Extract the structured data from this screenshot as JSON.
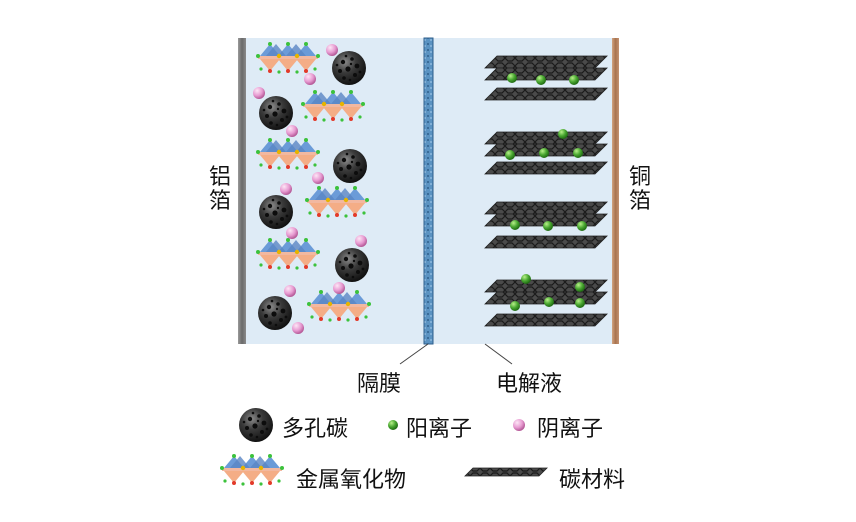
{
  "diagram": {
    "labels": {
      "left_current_collector": "铝箔",
      "right_current_collector": "铜箔",
      "separator": "隔膜",
      "electrolyte": "电解液"
    },
    "legend": [
      {
        "key": "porous_carbon",
        "icon": "porous-carbon-sphere-icon",
        "label": "多孔碳"
      },
      {
        "key": "cation",
        "icon": "green-ion-icon",
        "label": "阳离子"
      },
      {
        "key": "anion",
        "icon": "pink-ion-icon",
        "label": "阴离子"
      },
      {
        "key": "metal_oxide",
        "icon": "metal-oxide-lattice-icon",
        "label": "金属氧化物"
      },
      {
        "key": "carbon_material",
        "icon": "carbon-sheet-icon",
        "label": "碳材料"
      }
    ],
    "colors": {
      "electrolyte_fill": "#deebf6",
      "aluminum_foil": "#7a7a7a",
      "copper_foil": "#b98a66",
      "separator": "#4f86b4",
      "cation": "#4aa832",
      "anion": "#e79ad1",
      "oxide_blue": "#6b9bd8",
      "oxide_orange": "#f4ad86",
      "porous_carbon": "#2d2d2d"
    }
  }
}
